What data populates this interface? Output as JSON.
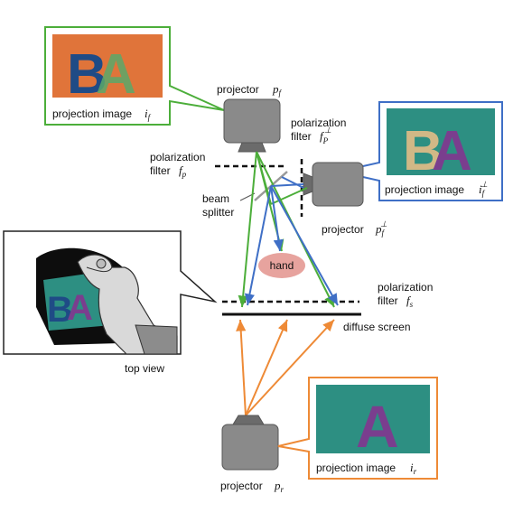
{
  "colors": {
    "green": "#4cae3a",
    "blue": "#3f6fc6",
    "orange": "#ee8a36",
    "teal": "#2d8f82",
    "orange_bg": "#e0743a",
    "navy": "#1f4b86",
    "purple": "#7a3e8e",
    "tan": "#d1b886",
    "gray": "#7f7f7f",
    "hand_pink": "#e7a39e"
  },
  "callouts": {
    "top_left": {
      "caption": "projection image",
      "sym": "i",
      "sub": "f",
      "letters": [
        "B",
        "A"
      ]
    },
    "top_right": {
      "caption": "projection image",
      "sym": "i",
      "sub": "f",
      "sup": "⊥",
      "letters": [
        "B",
        "A"
      ]
    },
    "bottom_right": {
      "caption": "projection image",
      "sym": "i",
      "sub": "r",
      "letters": [
        "A"
      ]
    },
    "top_view": {
      "caption": "top view",
      "letters": [
        "B",
        "A"
      ]
    }
  },
  "projectors": {
    "pf": {
      "label": "projector",
      "sym": "p",
      "sub": "f"
    },
    "pf_perp": {
      "label": "projector",
      "sym": "p",
      "sub": "f",
      "sup": "⊥"
    },
    "pr": {
      "label": "projector",
      "sym": "p",
      "sub": "r"
    }
  },
  "filters": {
    "fp": {
      "line1": "polarization",
      "line2": "filter",
      "sym": "f",
      "sub": "p"
    },
    "fp_perp": {
      "line1": "polarization",
      "line2": "filter",
      "sym": "f",
      "sub": "P",
      "sup": "⊥"
    },
    "fs": {
      "line1": "polarization",
      "line2": "filter",
      "sym": "f",
      "sub": "s"
    }
  },
  "labels": {
    "beam_line1": "beam",
    "beam_line2": "splitter",
    "hand": "hand",
    "screen": "diffuse screen"
  }
}
